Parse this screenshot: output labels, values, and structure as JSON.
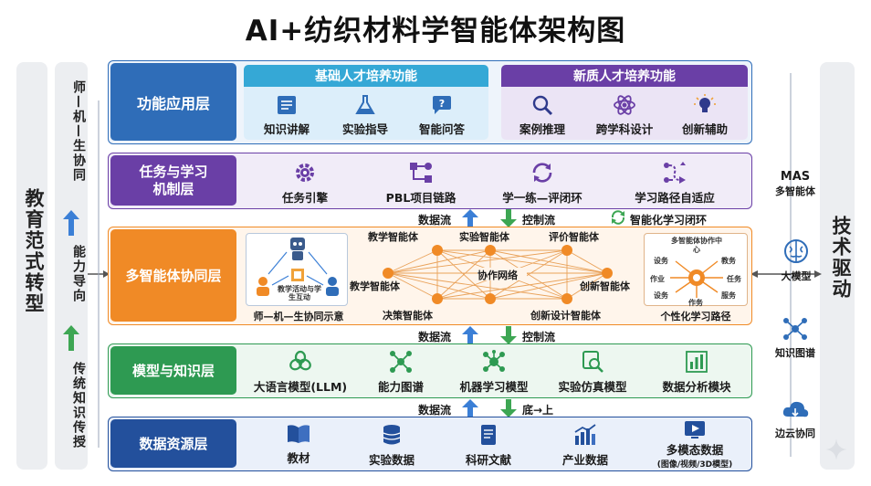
{
  "title": "AI+纺织材料学智能体架构图",
  "left_outer": "教育范式转型",
  "left_inner": {
    "top": "师—机—生协同",
    "middle": "能力导向",
    "bottom": "传统知识传授"
  },
  "right_outer": "技术驱动",
  "right_items": {
    "mas1": "MAS",
    "mas2": "多智能体",
    "llm": "大模型",
    "kg": "知识图谱",
    "edge": "边云协同"
  },
  "layers": {
    "l1": {
      "label": "功能应用层",
      "group1": {
        "title": "基础人才培养功能",
        "items": [
          "知识讲解",
          "实验指导",
          "智能问答"
        ]
      },
      "group2": {
        "title": "新质人才培养功能",
        "items": [
          "案例推理",
          "跨学科设计",
          "创新辅助"
        ]
      }
    },
    "l2": {
      "label": "任务与学习机制层",
      "items": [
        "任务引擎",
        "PBL项目链路",
        "学一练—评闭环",
        "学习路径自适应"
      ]
    },
    "l3": {
      "label": "多智能体协同层",
      "left_box": {
        "caption": "师—机—生协同示意",
        "inner": "教学活动与学生互动"
      },
      "network": {
        "center": "协作网络",
        "top": [
          "教学智能体",
          "实验智能体",
          "评价智能体"
        ],
        "left": "教学智能体",
        "right": "创新智能体",
        "bottom": [
          "决策智能体",
          "创新设计智能体"
        ]
      },
      "right_box": {
        "caption": "个性化学习路径",
        "center": "多智能体协作中心",
        "spokes": [
          "设务",
          "教务",
          "作业",
          "任务",
          "设务",
          "服务",
          "作务"
        ]
      }
    },
    "l4": {
      "label": "模型与知识层",
      "items": [
        "大语言模型(LLM)",
        "能力图谱",
        "机器学习模型",
        "实验仿真模型",
        "数据分析模块"
      ]
    },
    "l5": {
      "label": "数据资源层",
      "items": [
        "教材",
        "实验数据",
        "科研文献",
        "产业数据",
        "多模态数据"
      ],
      "sub": "(图像/视频/3D模型)"
    }
  },
  "flows": {
    "f1a": "数据流",
    "f1b": "控制流",
    "f1c": "智能化学习闭环",
    "f2a": "数据流",
    "f2b": "控制流",
    "f3a": "数据流",
    "f3b": "底→上"
  },
  "colors": {
    "blue": "#2f6db8",
    "purple": "#6a3fa6",
    "orange": "#f08a26",
    "green": "#2e9a52",
    "navy": "#23509c",
    "cyan": "#35a8d6"
  }
}
